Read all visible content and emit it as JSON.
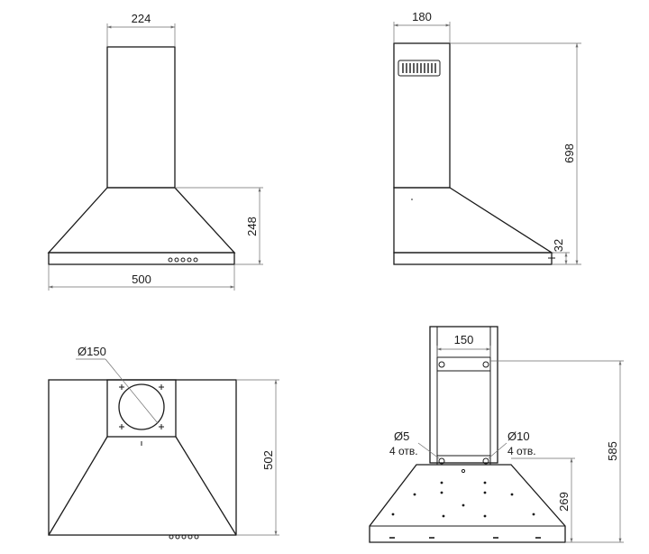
{
  "front_view": {
    "dims": {
      "pipe_width": "224",
      "hood_width": "500",
      "hood_height": "248"
    }
  },
  "side_view": {
    "dims": {
      "pipe_depth": "180",
      "total_height": "698",
      "base_height": "32"
    }
  },
  "top_view": {
    "dims": {
      "outlet_diameter": "Ø150",
      "depth": "502"
    }
  },
  "mount_view": {
    "dims": {
      "bracket_width": "150",
      "total_height": "585",
      "lower_height": "269"
    },
    "holes": {
      "small_diameter": "Ø5",
      "small_count": "4 отв.",
      "large_diameter": "Ø10",
      "large_count": "4 отв."
    }
  }
}
